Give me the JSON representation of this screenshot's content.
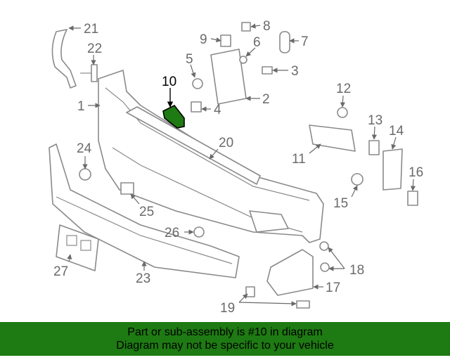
{
  "callouts": [
    "1",
    "2",
    "3",
    "4",
    "5",
    "6",
    "7",
    "8",
    "9",
    "10",
    "11",
    "12",
    "13",
    "14",
    "15",
    "16",
    "17",
    "18",
    "19",
    "20",
    "21",
    "22",
    "23",
    "24",
    "25",
    "26",
    "27"
  ],
  "highlighted_callout": "10",
  "colors": {
    "highlight_part": "#1e7a12",
    "banner_bg": "#1e7a12",
    "line": "#8a8a8a",
    "label": "#6a6a6a"
  },
  "banner": {
    "line1": "Part or sub-assembly is #10 in diagram",
    "line2": "Diagram may not be specific to your vehicle"
  }
}
